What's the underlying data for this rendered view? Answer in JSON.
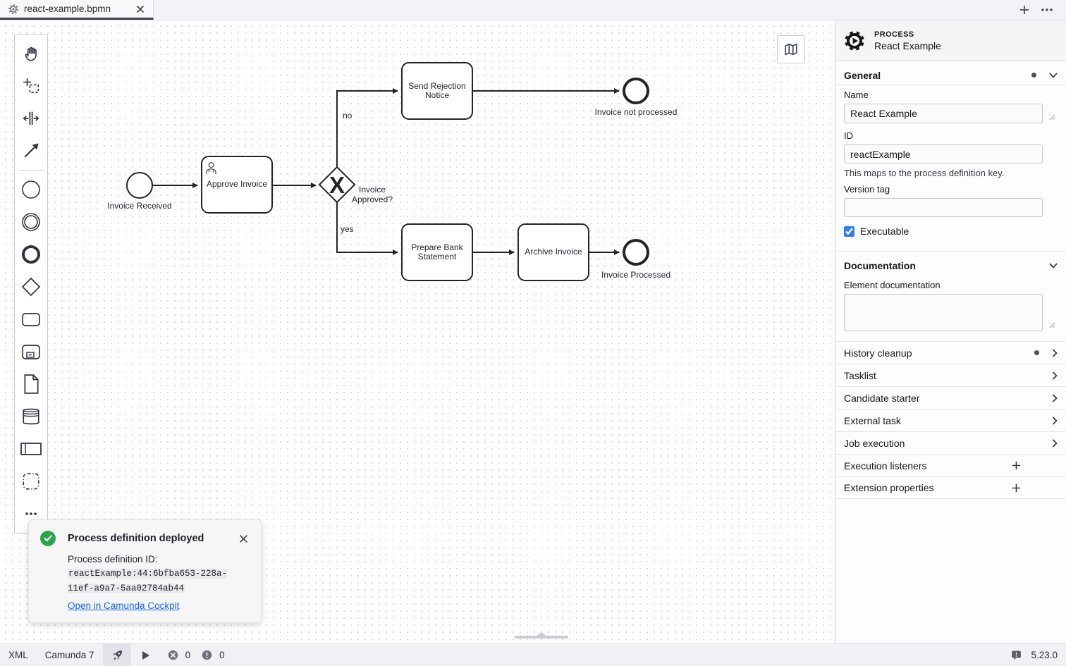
{
  "tab_bar": {
    "tab_title": "react-example.bpmn",
    "icons": {
      "tab_file": "gear-icon",
      "close": "close-icon",
      "new": "plus-icon",
      "more": "ellipsis-icon"
    }
  },
  "palette": {
    "tools": [
      "hand-tool",
      "lasso-tool",
      "space-tool",
      "global-connect-tool"
    ],
    "elements": [
      "create-start-event",
      "create-intermediate-event",
      "create-end-event",
      "create-gateway",
      "create-task",
      "create-subprocess",
      "create-data-object",
      "create-data-store",
      "create-participant",
      "create-group"
    ],
    "more": "more-options"
  },
  "diagram": {
    "start_event_label": "Invoice Received",
    "task_approve": "Approve Invoice",
    "gateway_symbol": "X",
    "gateway_label": "Invoice Approved?",
    "flow_no": "no",
    "flow_yes": "yes",
    "task_reject": "Send Rejection Notice",
    "end_not_processed": "Invoice not processed",
    "task_prepare": "Prepare Bank Statement",
    "task_archive": "Archive Invoice",
    "end_processed": "Invoice Processed"
  },
  "toast": {
    "title": "Process definition deployed",
    "body_prefix": "Process definition ID: ",
    "process_id": "reactExample:44:6bfba653-228a-11ef-a9a7-5aa02784ab44",
    "link": "Open in Camunda Cockpit",
    "success_color": "#2da44e"
  },
  "properties_panel": {
    "header": {
      "type": "PROCESS",
      "name": "React Example"
    },
    "general": {
      "title": "General",
      "modified": true,
      "name_label": "Name",
      "name_value": "React Example",
      "id_label": "ID",
      "id_value": "reactExample",
      "id_hint": "This maps to the process definition key.",
      "version_label": "Version tag",
      "version_value": "",
      "executable_label": "Executable",
      "executable_checked": true
    },
    "documentation": {
      "title": "Documentation",
      "element_doc_label": "Element documentation",
      "element_doc_value": ""
    },
    "groups": [
      {
        "label": "History cleanup",
        "modified": true,
        "action": "expand"
      },
      {
        "label": "Tasklist",
        "modified": false,
        "action": "expand"
      },
      {
        "label": "Candidate starter",
        "modified": false,
        "action": "expand"
      },
      {
        "label": "External task",
        "modified": false,
        "action": "expand"
      },
      {
        "label": "Job execution",
        "modified": false,
        "action": "expand"
      },
      {
        "label": "Execution listeners",
        "modified": false,
        "action": "add"
      },
      {
        "label": "Extension properties",
        "modified": false,
        "action": "add"
      }
    ],
    "accent_color": "#2f80ed"
  },
  "status_bar": {
    "xml_label": "XML",
    "engine_label": "Camunda 7",
    "error_count": "0",
    "warning_count": "0",
    "version": "5.23.0"
  }
}
